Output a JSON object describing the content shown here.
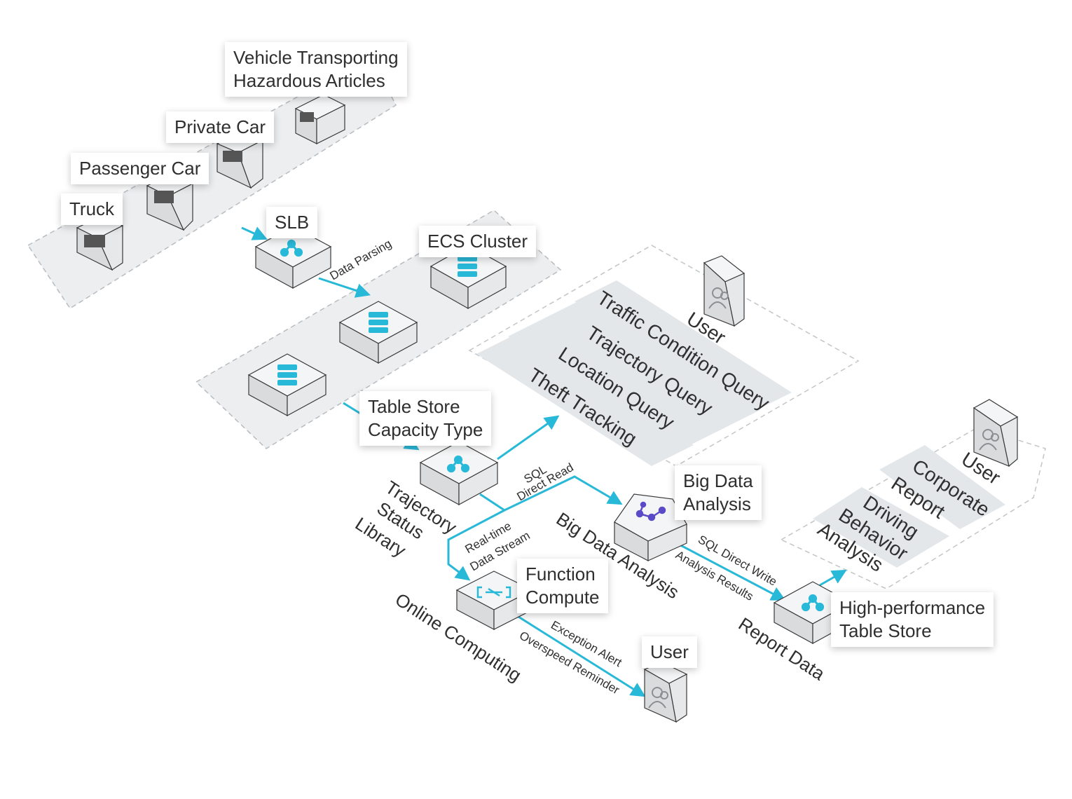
{
  "colors": {
    "accent": "#29b9d8",
    "zone_fill": "#eceef0",
    "zone_border": "#b8bcc0",
    "box_top": "#f4f5f6",
    "box_side": "#d9dbdd",
    "text": "#2f2f2f",
    "purple": "#5a4bc8"
  },
  "vehicles": {
    "hazardous": [
      "Vehicle Transporting",
      "Hazardous Articles"
    ],
    "private_car": "Private Car",
    "passenger_car": "Passenger Car",
    "truck": "Truck"
  },
  "slb": {
    "label": "SLB"
  },
  "ecs": {
    "label": "ECS Cluster"
  },
  "table_store": {
    "lines": [
      "Table Store",
      "Capacity Type"
    ]
  },
  "trajectory_library": {
    "lines": [
      "Trajectory",
      "Status",
      "Library"
    ]
  },
  "big_data": {
    "callout": [
      "Big Data",
      "Analysis"
    ],
    "caption": "Big Data Analysis"
  },
  "function_compute": {
    "lines": [
      "Function",
      "Compute"
    ],
    "caption": "Online Computing"
  },
  "hp_table_store": {
    "lines": [
      "High-performance",
      "Table Store"
    ],
    "caption": "Report Data"
  },
  "users": {
    "query_user": "User",
    "report_user": "User",
    "alert_user": "User"
  },
  "query_items": [
    "Traffic Condition Query",
    "Trajectory Query",
    "Location Query",
    "Theft Tracking"
  ],
  "report_items": {
    "corporate": [
      "Corporate",
      "Report"
    ],
    "driving": [
      "Driving",
      "Behavior",
      "Analysis"
    ]
  },
  "flows": {
    "data_parsing": "Data Parsing",
    "sql_direct_read": [
      "SQL",
      "Direct Read"
    ],
    "realtime_stream": [
      "Real-time",
      "Data Stream"
    ],
    "sql_direct_write": "SQL Direct Write",
    "analysis_results": "Analysis Results",
    "exception_alert": "Exception Alert",
    "overspeed_reminder": "Overspeed Reminder"
  }
}
